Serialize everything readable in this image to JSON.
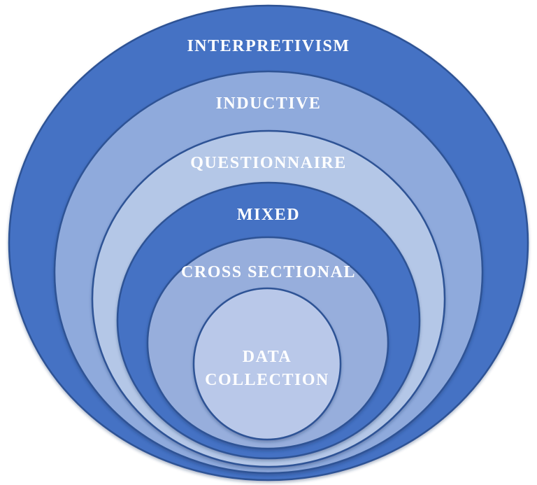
{
  "diagram": {
    "kind": "research-onion",
    "background": "#FFFFFF",
    "border_color": "#2E5395",
    "label_color": "#FFFFFF",
    "layers": [
      {
        "id": "interpretivism",
        "label": "INTERPRETIVISM",
        "fill": "#4472C4"
      },
      {
        "id": "inductive",
        "label": "INDUCTIVE",
        "fill": "#8FAADC"
      },
      {
        "id": "questionnaire",
        "label": "QUESTIONNAIRE",
        "fill": "#B4C7E7"
      },
      {
        "id": "mixed",
        "label": "MIXED",
        "fill": "#4472C4"
      },
      {
        "id": "cross-sectional",
        "label": "CROSS SECTIONAL",
        "fill": "#97AEDC"
      },
      {
        "id": "data-collection",
        "label": "DATA COLLECTION",
        "label_lines": [
          "DATA",
          "COLLECTION"
        ],
        "fill": "#B9C8E9"
      }
    ]
  }
}
